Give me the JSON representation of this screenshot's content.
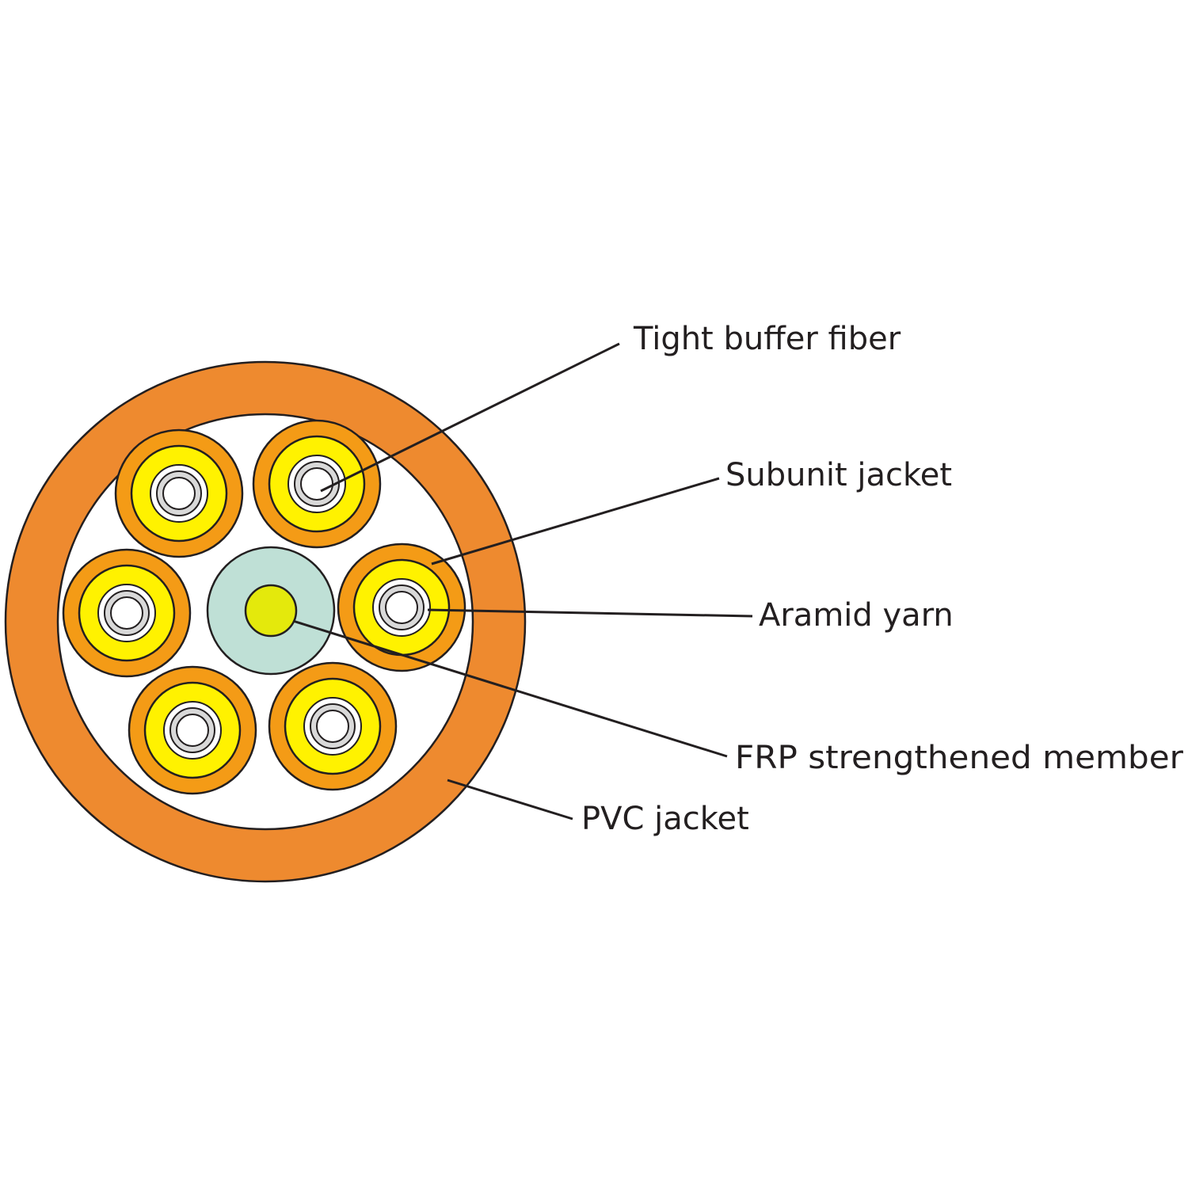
{
  "colors": {
    "pvc_jacket": "#ee8a2f",
    "subunit_jacket": "#f49b16",
    "aramid_yarn": "#fff200",
    "fiber_ring": "#d9d9d9",
    "frp_core": "#e4e90c",
    "frp_surround": "#bfe0d6",
    "line": "#231f20",
    "background": "#ffffff"
  },
  "labels": {
    "tight_buffer_fiber": "Tight buffer fiber",
    "subunit_jacket": "Subunit jacket",
    "aramid_yarn": "Aramid yarn",
    "frp_member": "FRP strengthened member",
    "pvc_jacket": "PVC jacket"
  }
}
